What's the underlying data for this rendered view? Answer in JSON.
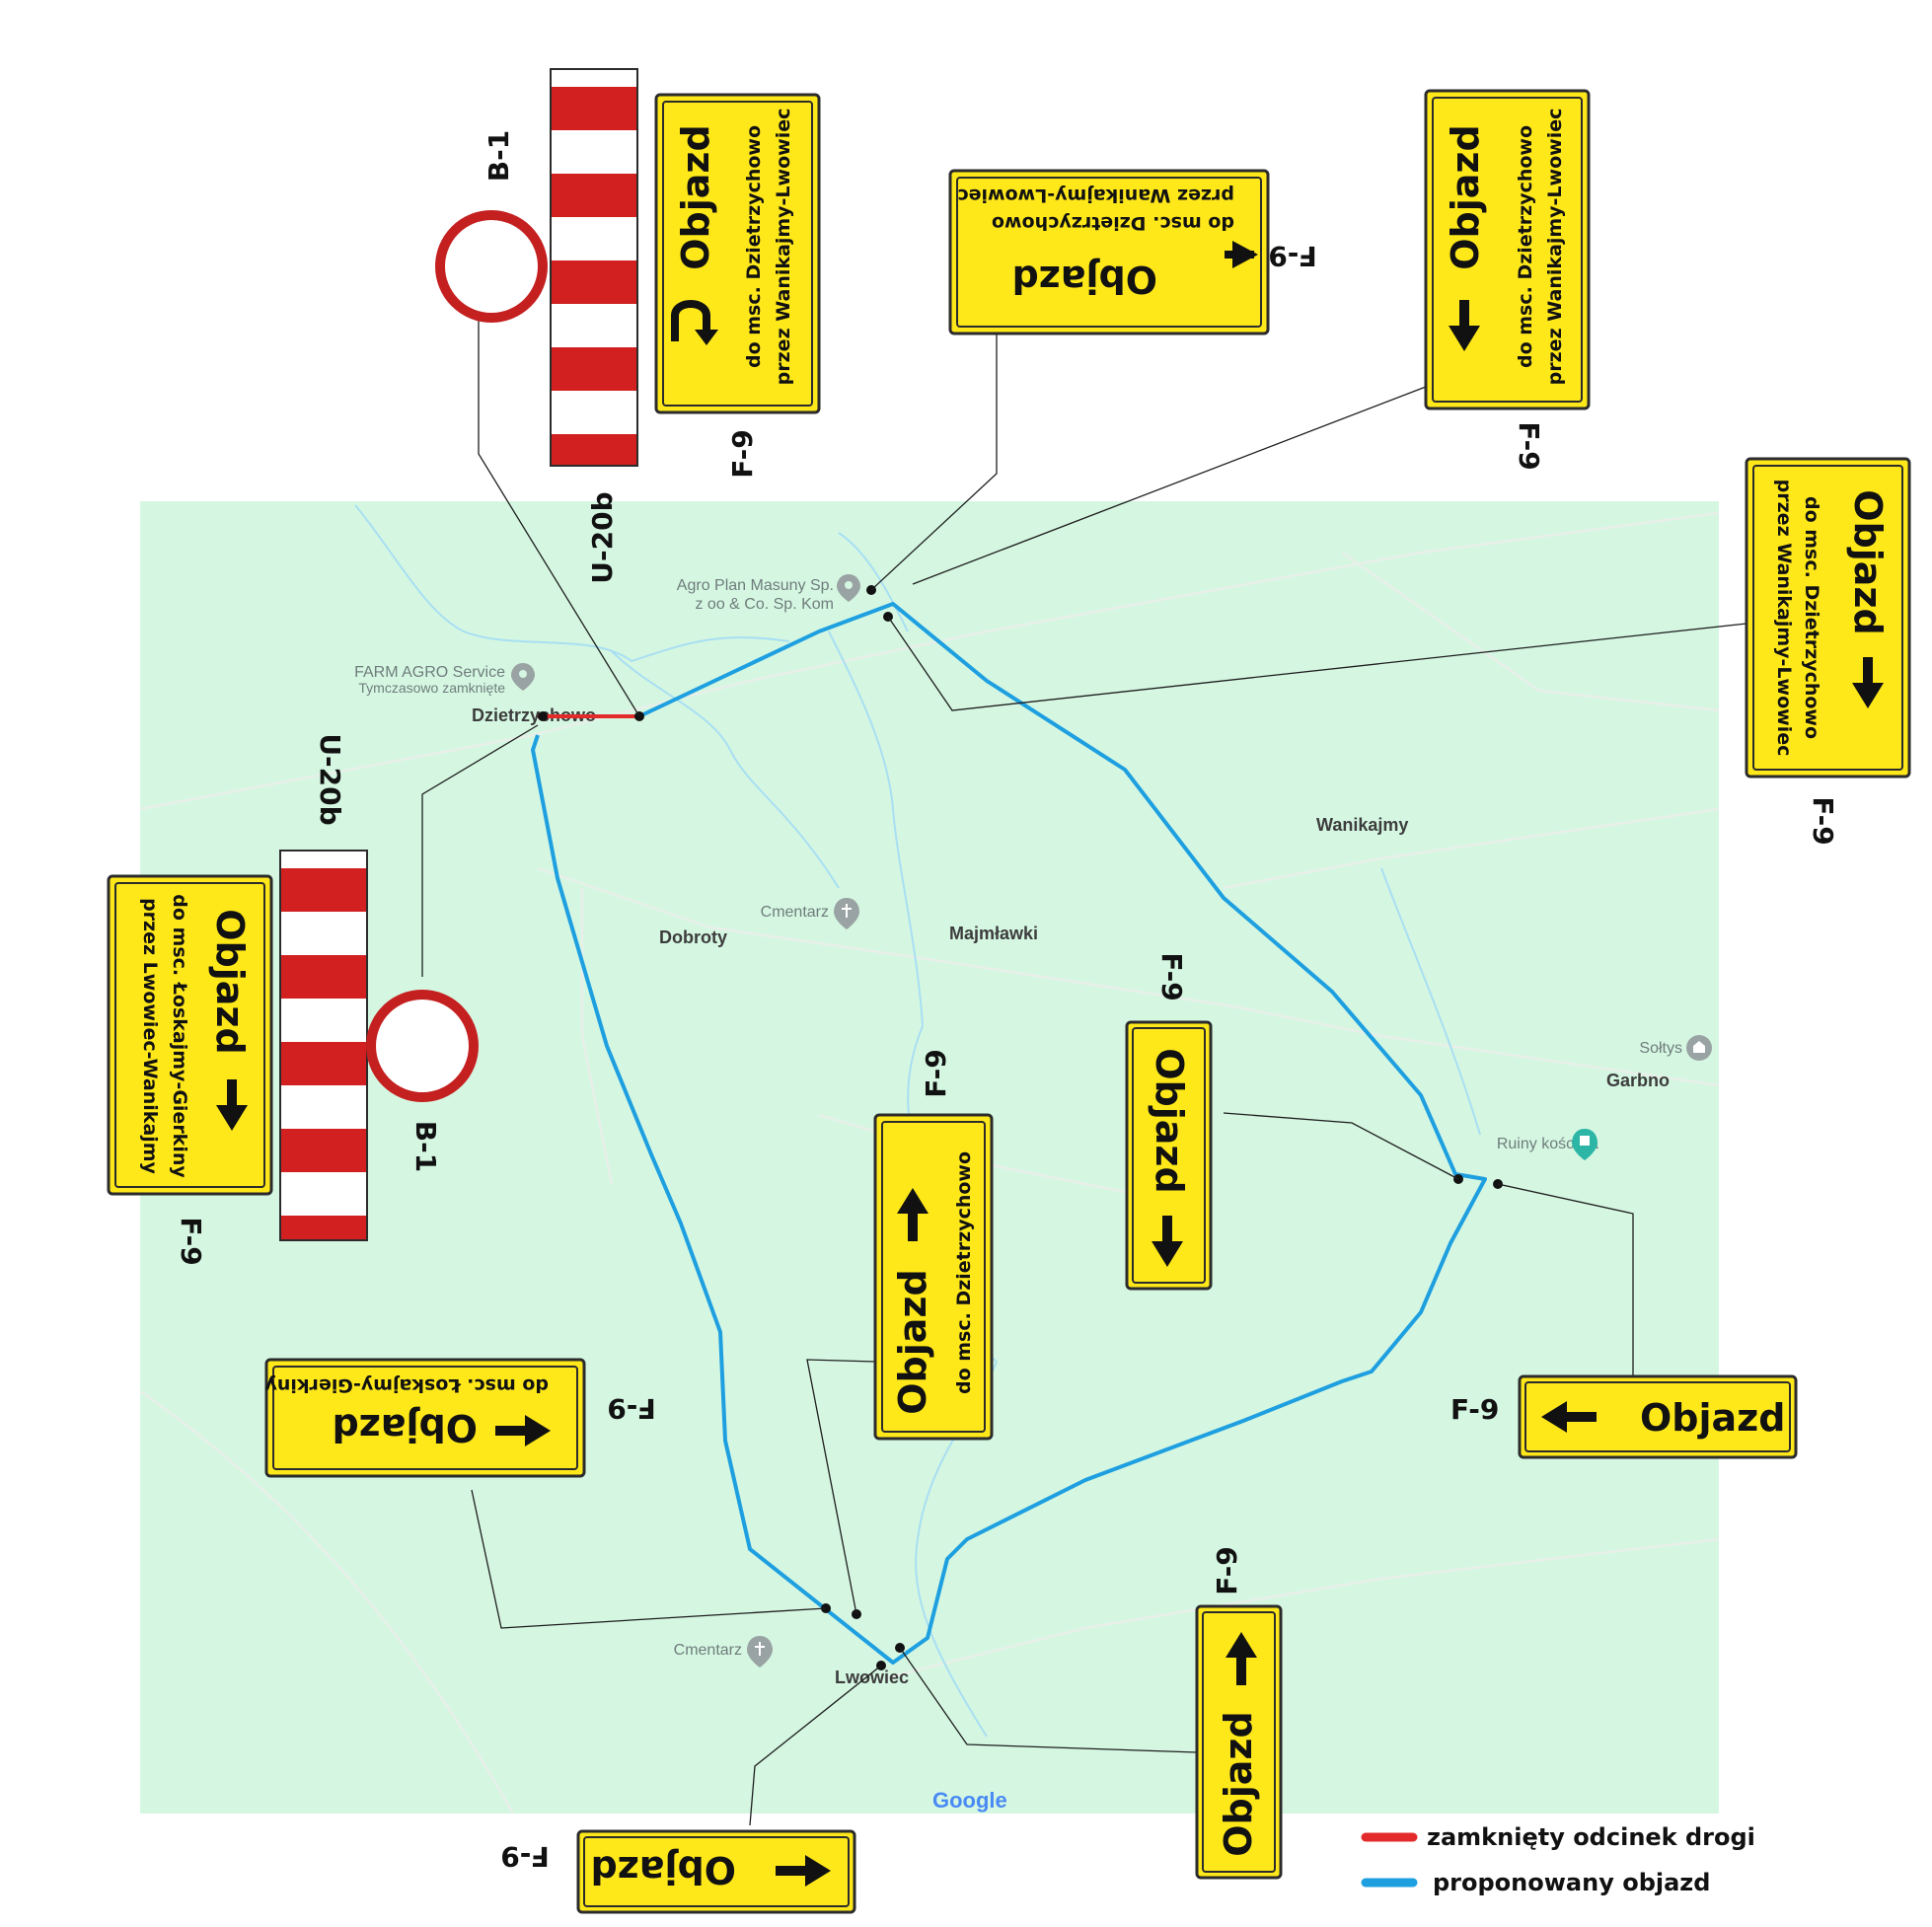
{
  "colors": {
    "map_background": "#d5f7e2",
    "closed_road": "#e32b2b",
    "detour": "#1e9fe0",
    "sign_yellow": "#ffe81a",
    "barrier_red": "#d22020"
  },
  "map": {
    "places": {
      "dzietrzychowo": "Dzietrzychowo",
      "dobroty": "Dobroty",
      "majmlawki": "Majmławki",
      "wanikajmy": "Wanikajmy",
      "garbno": "Garbno",
      "lwowiec": "Lwowiec"
    },
    "pois": {
      "agro_line1": "Agro Plan Masuny Sp.",
      "agro_line2": "z oo & Co. Sp. Kom",
      "farm_line1": "FARM AGRO Service",
      "farm_line2": "Tymczasowo zamknięte",
      "cmentarz_north": "Cmentarz",
      "cmentarz_south": "Cmentarz",
      "soltys": "Sołtys",
      "ruiny": "Ruiny kościoła"
    },
    "provider": "Google"
  },
  "codes": {
    "b1": "B-1",
    "u20b": "U-20b",
    "f9": "F-9"
  },
  "signs": {
    "objazd": "Objazd",
    "dzietrzychowo_line1": "do msc. Dzietrzychowo",
    "dzietrzychowo_line2": "przez Wanikajmy-Lwowiec",
    "wanikajmy_line2": "przez Wanikajmy-Lwowiec",
    "loskajmy_line1": "do msc. Łoskajmy-Gierkiny",
    "loskajmy_line2": "przez Lwowiec-Wanikajmy",
    "loskajmy_short": "do msc. Łoskajmy-Gierkiny",
    "dzietrzychowo_short": "do msc. Dzietrzychowo"
  },
  "legend": {
    "closed": "zamknięty odcinek drogi",
    "detour": "proponowany objazd"
  }
}
